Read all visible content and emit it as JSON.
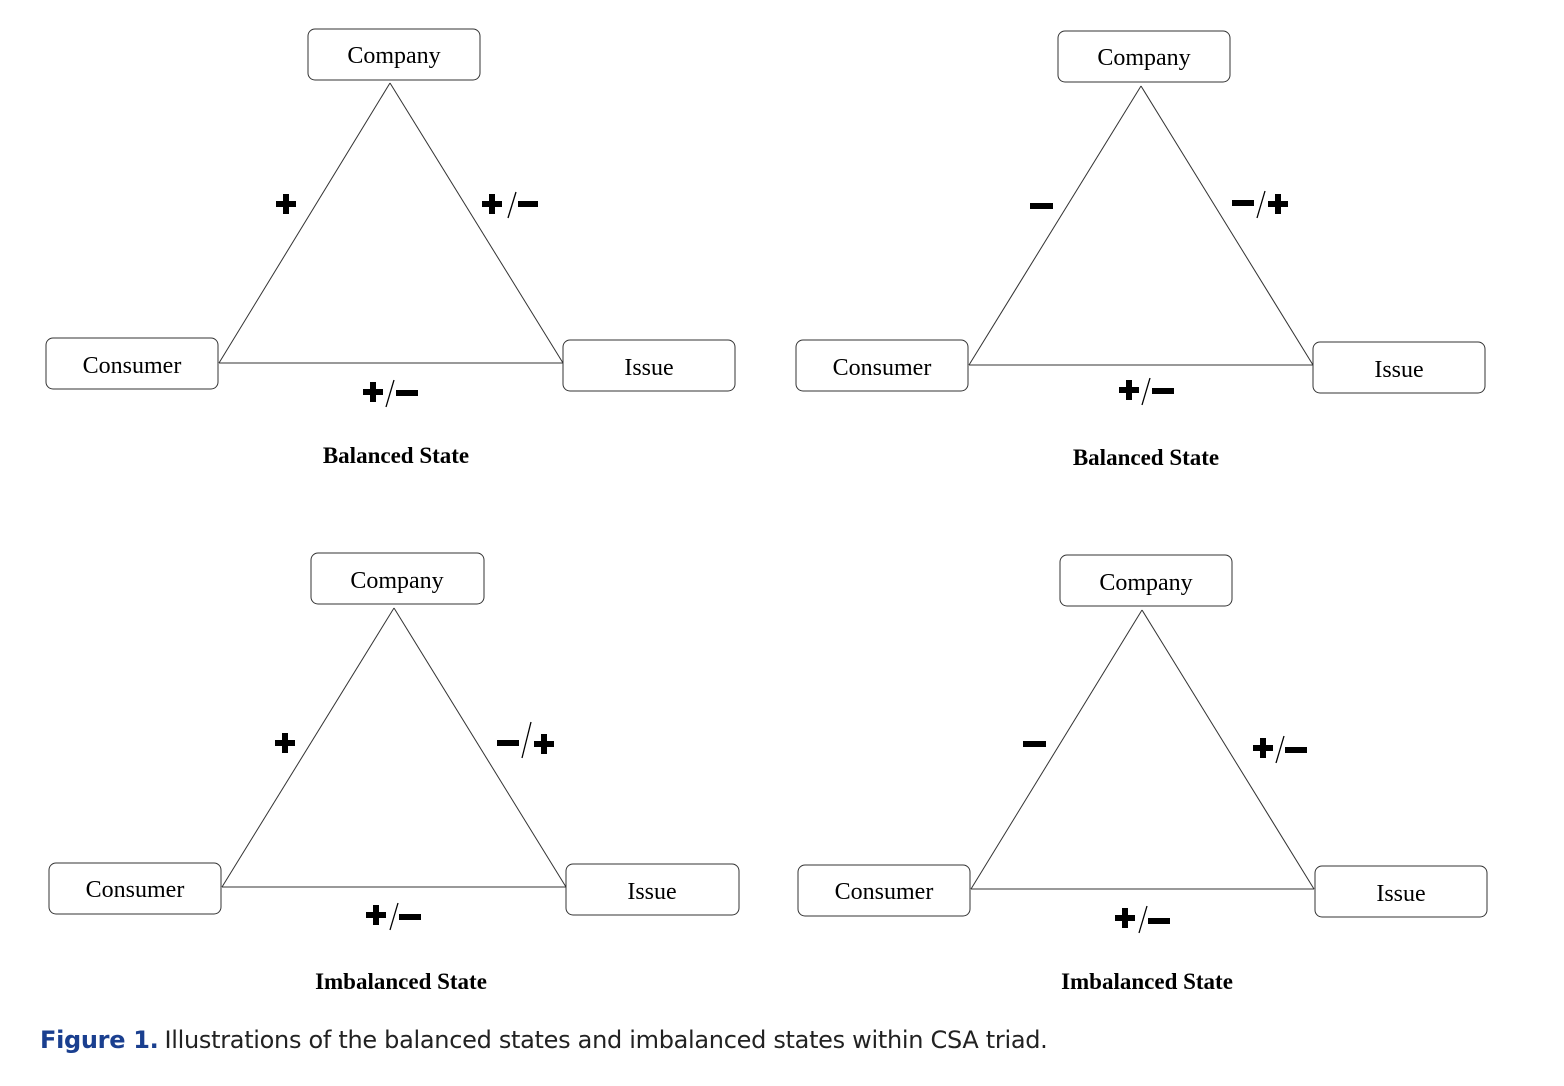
{
  "panels": [
    {
      "state_label": "Balanced State",
      "nodes": {
        "top": "Company",
        "left": "Consumer",
        "right": "Issue"
      },
      "edges": {
        "left": [
          "+"
        ],
        "right": [
          "+",
          "/",
          "−"
        ],
        "bottom": [
          "+",
          "/",
          "−"
        ]
      }
    },
    {
      "state_label": "Balanced State",
      "nodes": {
        "top": "Company",
        "left": "Consumer",
        "right": "Issue"
      },
      "edges": {
        "left": [
          "−"
        ],
        "right": [
          "−",
          "/",
          "+"
        ],
        "bottom": [
          "+",
          "/",
          "−"
        ]
      }
    },
    {
      "state_label": "Imbalanced State",
      "nodes": {
        "top": "Company",
        "left": "Consumer",
        "right": "Issue"
      },
      "edges": {
        "left": [
          "+"
        ],
        "right": [
          "−",
          "/",
          "+"
        ],
        "bottom": [
          "+",
          "/",
          "−"
        ]
      }
    },
    {
      "state_label": "Imbalanced State",
      "nodes": {
        "top": "Company",
        "left": "Consumer",
        "right": "Issue"
      },
      "edges": {
        "left": [
          "−"
        ],
        "right": [
          "+",
          "/",
          "−"
        ],
        "bottom": [
          "+",
          "/",
          "−"
        ]
      }
    }
  ],
  "caption": {
    "label": "Figure 1.",
    "text": "Illustrations of the balanced states and imbalanced states within CSA triad."
  }
}
